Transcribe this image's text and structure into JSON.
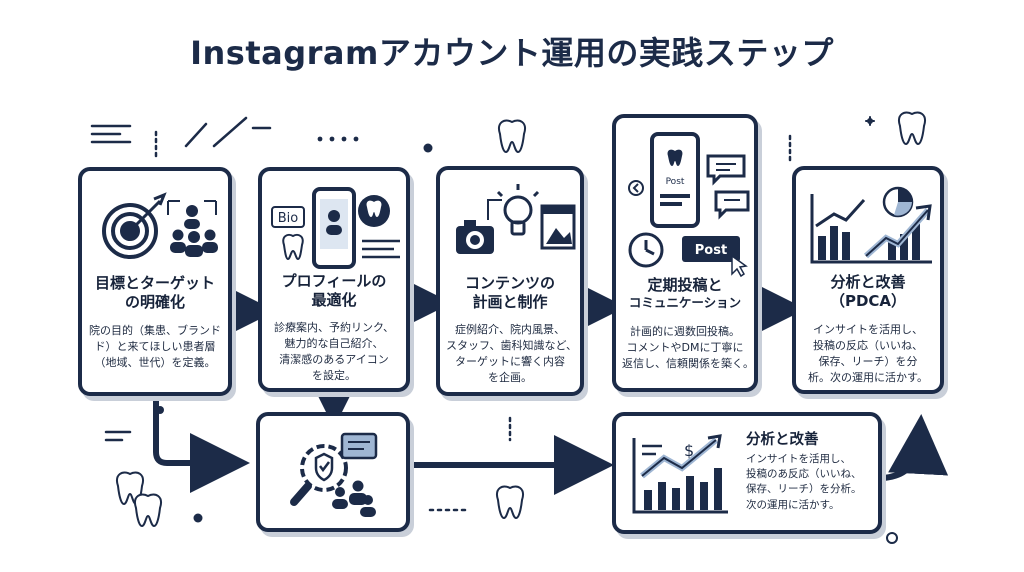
{
  "title": "Instagramアカウント運用の実践ステップ",
  "steps": [
    {
      "heading_lines": [
        "目標とターゲット",
        "の明確化"
      ],
      "body_lines": [
        "院の目的（集患、ブランド",
        "ド）と来てほしい患者層",
        "（地域、世代）を定義。"
      ]
    },
    {
      "icon_label": "Bio",
      "heading_lines": [
        "プロフィールの",
        "最適化"
      ],
      "body_lines": [
        "診療案内、予約リンク、",
        "魅力的な自己紹介、",
        "清潔感のあるアイコン",
        "を設定。"
      ]
    },
    {
      "heading_lines": [
        "コンテンツの",
        "計画と制作"
      ],
      "body_lines": [
        "症例紹介、院内風景、",
        "スタッフ、歯科知識など、",
        "ターゲットに響く内容",
        "を企画。"
      ]
    },
    {
      "icon_label_post": "Post",
      "icon_label_button": "Post",
      "heading_lines": [
        "定期投稿と",
        "コミュニケーション"
      ],
      "body_lines": [
        "計画的に週数回投稿。",
        "コメントやDMに丁寧に",
        "返信し、信頼関係を築く。"
      ]
    },
    {
      "heading_lines": [
        "分析と改善",
        "（PDCA）"
      ],
      "body_lines": [
        "インサイトを活用し、",
        "投稿の反応（いいね、",
        "保存、リーチ）を分",
        "析。次の運用に活かす。"
      ]
    }
  ],
  "analysis_box": {
    "icon_symbol": "$",
    "heading": "分析と改善",
    "body_lines": [
      "インサイトを活用し、",
      "投稿のあ反応（いいね、",
      "保存、リーチ）を分析。",
      "次の運用に活かす。"
    ]
  },
  "colors": {
    "navy": "#1c2b48",
    "accent_blue": "#9fb6d3",
    "shadow": "#c9cfd9"
  },
  "icons": [
    "target-icon",
    "people-icon",
    "smartphone-profile-icon",
    "tooth-icon",
    "camera-icon",
    "lightbulb-icon",
    "image-icon",
    "clock-icon",
    "chat-bubble-icon",
    "bar-chart-icon",
    "pie-chart-icon",
    "magnifier-people-icon",
    "trend-up-arrow-icon"
  ]
}
